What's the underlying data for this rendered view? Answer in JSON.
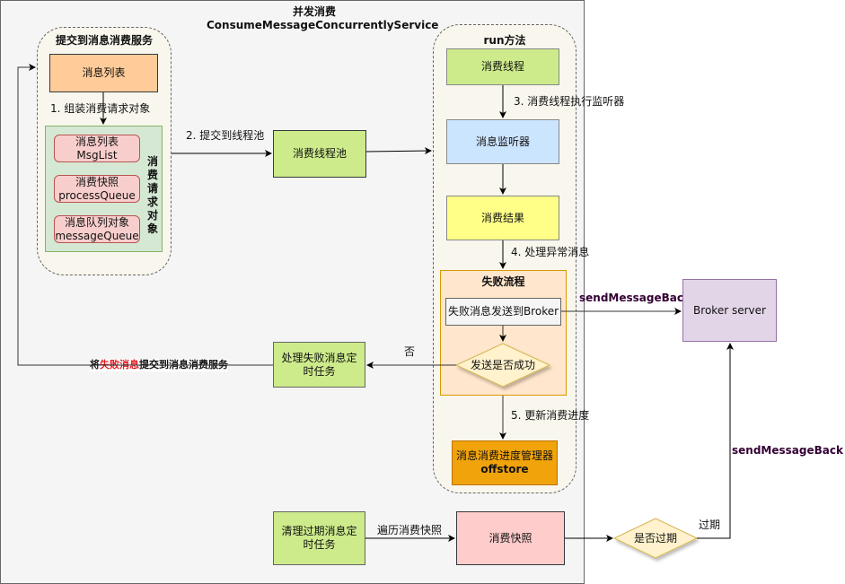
{
  "title": {
    "line1": "并发消费",
    "line2": "ConsumeMessageConcurrentlyService"
  },
  "submit_service": {
    "title": "提交到消息消费服务",
    "message_list": "消息列表",
    "step1": "1. 组装消费请求对象",
    "request_object": {
      "vertical_label": "消费请求对象",
      "items": [
        {
          "line1": "消息列表",
          "line2": "MsgList"
        },
        {
          "line1": "消费快照",
          "line2": "processQueue"
        },
        {
          "line1": "消息队列对象",
          "line2": "messageQueue"
        }
      ]
    }
  },
  "step2": "2. 提交到线程池",
  "thread_pool": "消费线程池",
  "run_method": {
    "title": "run方法",
    "consume_thread": "消费线程",
    "step3": "3. 消费线程执行监听器",
    "listener": "消息监听器",
    "result": "消费结果",
    "step4": "4. 处理异常消息",
    "failure_flow": {
      "title": "失败流程",
      "send_to_broker": "失败消息发送到Broker",
      "decision": "发送是否成功"
    },
    "step5": "5. 更新消费进度",
    "offset_store": {
      "line1": "消息消费进度管理器",
      "line2": "offstore"
    }
  },
  "no_label": "否",
  "retry_task": "处理失败消息定时任务",
  "resubmit_label": {
    "prefix": "将",
    "highlight": "失败消息",
    "suffix": "提交到消息消费服务"
  },
  "send_message_back_1": "sendMessageBack",
  "send_message_back_2": "sendMessageBack",
  "broker": "Broker server",
  "cleanup_task": "清理过期消息定时任务",
  "traverse_label": "遍历消费快照",
  "snapshot": "消费快照",
  "expired_decision": "是否过期",
  "expired_label": "过期",
  "colors": {
    "orange_box": "#ffcc99",
    "green_box": "#cdeb8b",
    "green_group": "#d5e8d4",
    "red_box": "#f8cecc",
    "blue_box": "#cce5ff",
    "yellow_box": "#ffff88",
    "failure_bg": "#ffe6cc",
    "gray_box": "#f5f5f5",
    "decision": "#fff2cc",
    "offset": "#f0a30a",
    "broker": "#e1d5e7",
    "snapshot": "#ffcccc",
    "send_back_text": "#330033",
    "highlight": "#e51c23"
  }
}
